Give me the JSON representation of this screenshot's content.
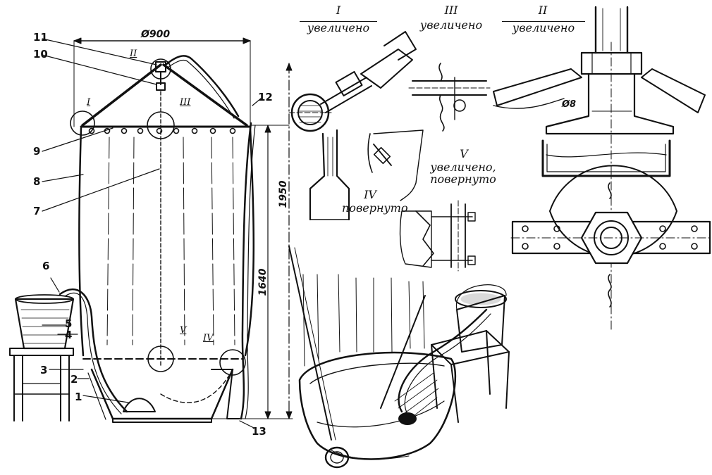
{
  "labels": {
    "n1": "1",
    "n2": "2",
    "n3": "3",
    "n4": "4",
    "n5": "5",
    "n6": "6",
    "n7": "7",
    "n8": "8",
    "n9": "9",
    "n10": "10",
    "n11": "11",
    "n12": "12",
    "n13": "13"
  },
  "dimensions": {
    "diameter": "Ø900",
    "height_total": "1950",
    "height_curtain": "1640",
    "hole_diameter": "Ø8"
  },
  "callouts_main": {
    "c1": "I",
    "c2": "II",
    "c3": "III",
    "c4": "IV",
    "c5": "V"
  },
  "details": {
    "d1": {
      "numeral": "I",
      "caption": "увеличено"
    },
    "d3": {
      "numeral": "III",
      "caption": "увеличено"
    },
    "d2": {
      "numeral": "II",
      "caption": "увеличено"
    },
    "d4": {
      "numeral": "IV",
      "caption": "повернуто"
    },
    "d5": {
      "numeral": "V",
      "caption1": "увеличено,",
      "caption2": "повернуто"
    }
  }
}
